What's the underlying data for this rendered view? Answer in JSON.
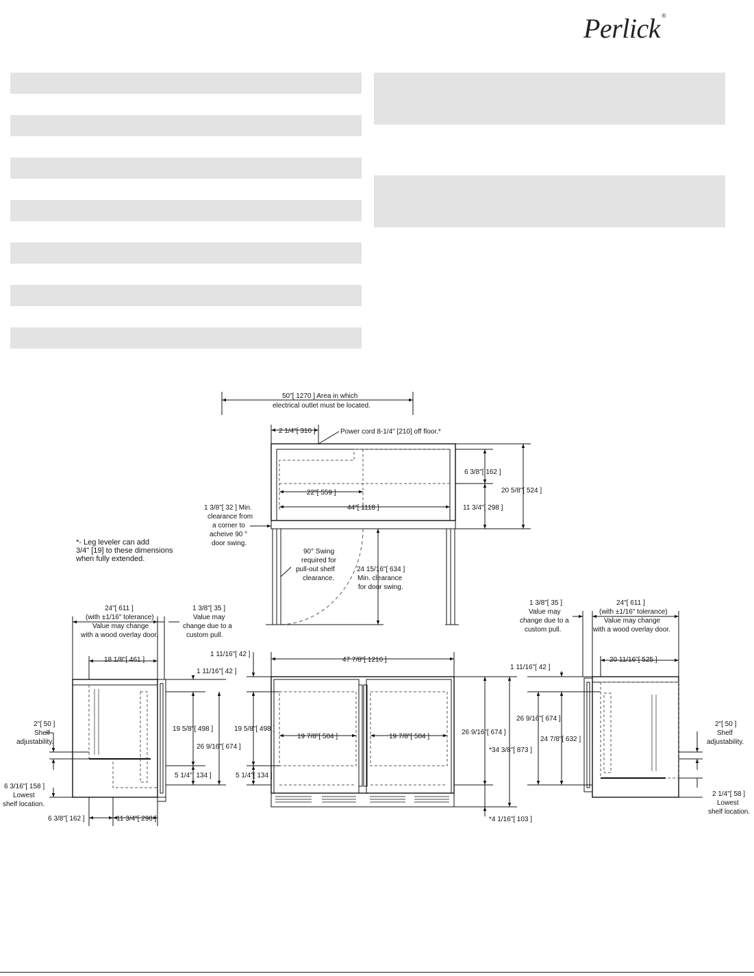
{
  "brand": {
    "logo_text": "Perlick",
    "registered_mark": "®"
  },
  "top_view": {
    "outlet_width": "50\"[ 1270 ] Area in which",
    "outlet_note": "electrical outlet must be located.",
    "cord_offset": "2 1/4\"[ 310 ]",
    "power_cord": "Power cord 8-1/4\" [210] off floor.*",
    "dim_6_3_8": "6 3/8\"[ 162 ]",
    "dim_20_5_8": "20 5/8\"[ 524 ]",
    "dim_22": "22\"[ 559 ]",
    "dim_44": "44\"[ 1118 ]",
    "dim_11_3_4": "11 3/4\"[ 298 ]",
    "corner_clearance": [
      "1 3/8\"[ 32 ] Min.",
      "clearance from",
      "a corner to",
      "acheive 90 °",
      "door swing."
    ],
    "swing_note": [
      "90° Swing",
      "required for",
      "pull-out shelf",
      "clearance."
    ],
    "door_swing": [
      "24 15/16\"[ 634 ]",
      "Min. clearance",
      "for door swing."
    ]
  },
  "leg_note": [
    "*- Leg leveler can add",
    "3/4\" [19] to these dimensions",
    "when fully extended."
  ],
  "left_side": {
    "depth": [
      "24\"[ 611 ]",
      "(with ±1/16\" tolerance)",
      "Value may change",
      "with a wood overlay door."
    ],
    "pull": [
      "1 3/8\"[ 35 ]",
      "Value may",
      "change due to a",
      "custom pull."
    ],
    "inner_depth": "18 1/8\"[ 461 ]",
    "top_gap": "1 11/16\"[ 42 ]",
    "dim_19_5_8": "19 5/8\"[ 498 ]",
    "dim_26_9_16": "26 9/16\"[ 674 ]",
    "dim_5_1_4": "5 1/4\"[ 134 ]",
    "shelf_adj": [
      "2\"[ 50 ]",
      "Shelf",
      "adjustability."
    ],
    "lowest_shelf": [
      "6 3/16\"[ 158 ]",
      "Lowest",
      "shelf location."
    ],
    "bottom_6_3_8": "6 3/8\"[ 162 ]",
    "bottom_11_3_4": "11 3/4\"[ 298 ]"
  },
  "front_view": {
    "width": "47 7/8\"[ 1216 ]",
    "top_gap": "1 11/16\"[ 42 ]",
    "dim_19_5_8": "19 5/8\"[ 498 ]",
    "dim_19_7_8_l": "19 7/8\"[ 504 ]",
    "dim_19_7_8_r": "19 7/8\"[ 504 ]",
    "dim_5_1_4": "5 1/4\"[ 134 ]",
    "dim_26_9_16": "26 9/16\"[ 674 ]",
    "dim_34_3_8": "*34 3/8\"[ 873 ]",
    "dim_4_1_16": "*4 1/16\"[ 103 ]"
  },
  "right_side": {
    "pull": [
      "1 3/8\"[ 35 ]",
      "Value may",
      "change due to a",
      "custom pull."
    ],
    "depth": [
      "24\"[ 611 ]",
      "(with ±1/16\" tolerance)",
      "Value may change",
      "with a wood overlay door."
    ],
    "inner_depth": "20 11/16\"[ 525 ]",
    "top_gap": "1 11/16\"[ 42 ]",
    "dim_26_9_16": "26 9/16\"[ 674 ]",
    "dim_24_7_8": "24 7/8\"[ 632 ]",
    "shelf_adj": [
      "2\"[ 50 ]",
      "Shelf",
      "adjustability."
    ],
    "lowest_shelf": [
      "2 1/4\"[ 58 ]",
      "Lowest",
      "shelf location."
    ]
  }
}
